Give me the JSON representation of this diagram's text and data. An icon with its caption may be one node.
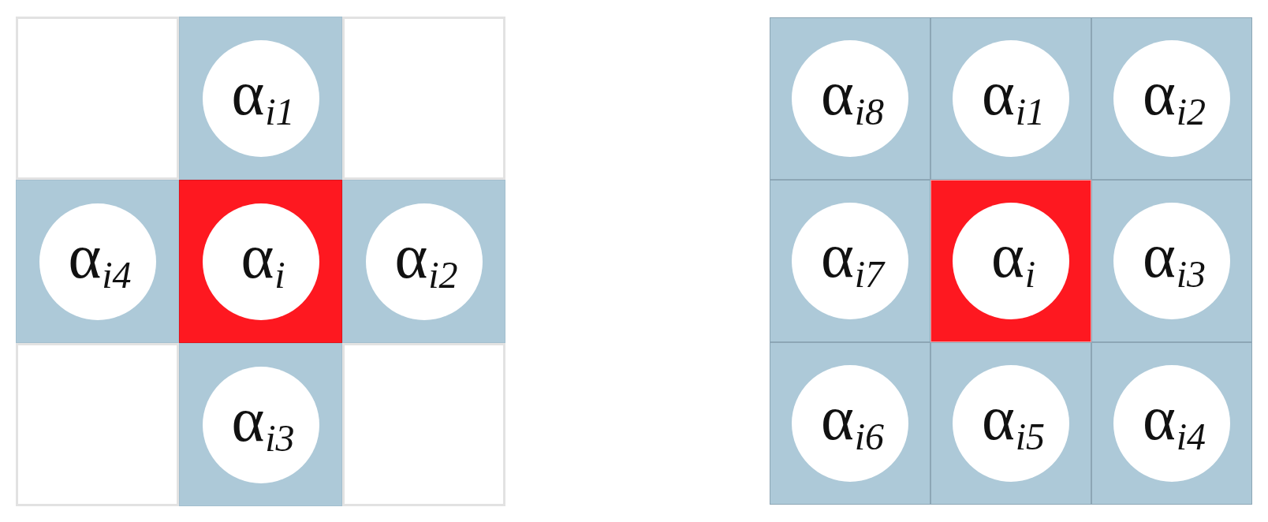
{
  "diagram": {
    "nodes": [
      {
        "text": [],
        "shape": "box"
      },
      {
        "text": [],
        "shape": "box"
      },
      {
        "text": [
          "α$_{i1}$"
        ],
        "in": 1
      },
      {
        "text": [],
        "shape": "box"
      },
      {
        "text": [],
        "shape": "box"
      },
      {
        "text": [
          "α$_{i4}$"
        ],
        "in": 4
      },
      {
        "text": [],
        "shape": "box"
      },
      {
        "text": [
          "α$_{i}$"
        ],
        "in": 6
      },
      {
        "text": [],
        "shape": "box"
      },
      {
        "text": [
          "α$_{i2}$"
        ],
        "in": 8
      },
      {
        "text": [],
        "shape": "box"
      },
      {
        "text": [],
        "shape": "box"
      },
      {
        "text": [
          "α$_{i3}$"
        ],
        "in": 11
      },
      {
        "text": [],
        "shape": "box"
      },
      {
        "text": [],
        "shape": "box"
      },
      {
        "text": [
          "α$_{i8}$"
        ],
        "in": 14
      },
      {
        "text": [],
        "shape": "box"
      },
      {
        "text": [
          "α$_{i1}$"
        ],
        "in": 16
      },
      {
        "text": [],
        "shape": "box"
      },
      {
        "text": [
          "α$_{i2}$"
        ],
        "in": 18
      },
      {
        "text": [],
        "shape": "box"
      },
      {
        "text": [
          "α$_{i7}$"
        ],
        "in": 20
      },
      {
        "text": [],
        "shape": "box"
      },
      {
        "text": [
          "α$_{i}$"
        ],
        "in": 22
      },
      {
        "text": [],
        "shape": "box"
      },
      {
        "text": [
          "α$_{i3}$"
        ],
        "in": 24
      },
      {
        "text": [],
        "shape": "box"
      },
      {
        "text": [
          "α$_{i6}$"
        ],
        "in": 26
      },
      {
        "text": [],
        "shape": "box"
      },
      {
        "text": [
          "α$_{i5}$"
        ],
        "in": 28
      },
      {
        "text": [],
        "shape": "box"
      },
      {
        "text": [
          "α$_{i4}$"
        ],
        "in": 30
      }
    ]
  }
}
